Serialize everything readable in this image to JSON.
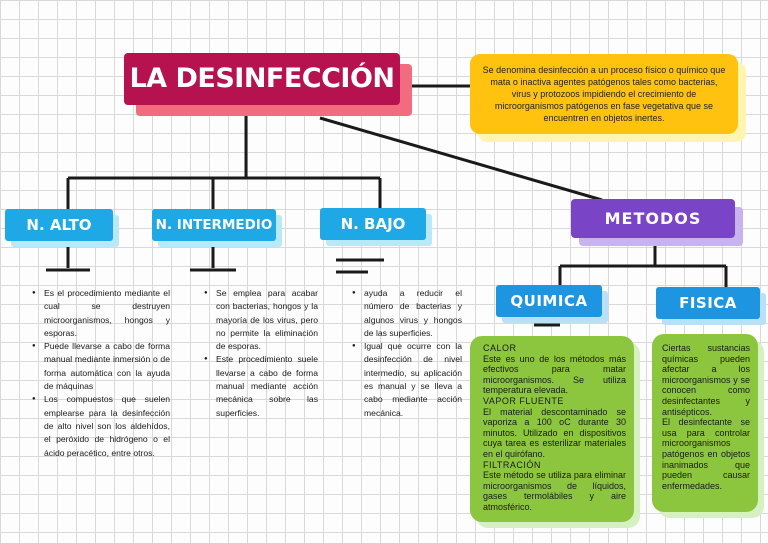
{
  "title": "LA DESINFECCIÓN",
  "definition": "Se denomina desinfección a un proceso físico o químico que mata o inactiva agentes patógenos tales como bacterias, virus y protozoos impidiendo el crecimiento de microorganismos patógenos en fase vegetativa que se encuentren en objetos inertes.",
  "levels": [
    {
      "label": "N. ALTO",
      "bullets": [
        "Es el procedimiento mediante el cual se destruyen microorganismos, hongos y esporas.",
        "Puede llevarse a cabo de forma manual mediante inmersión o de forma automática con la ayuda de máquinas",
        "Los compuestos que suelen emplearse para la desinfección de alto nivel son los aldehídos, el peróxido de hidrógeno o el ácido peracético, entre otros."
      ]
    },
    {
      "label": "N. INTERMEDIO",
      "bullets": [
        "Se emplea para acabar con bacterias, hongos y la mayoría de los virus, pero no permite la eliminación de esporas.",
        "Este procedimiento suele llevarse a cabo de forma manual mediante acción mecánica sobre las superficies."
      ]
    },
    {
      "label": "N. BAJO",
      "bullets": [
        "ayuda a reducir el número de bacterias y algunos virus y hongos de las superficies.",
        "Igual que ocurre con la desinfección de nivel intermedio, su aplicación es manual y se lleva a cabo mediante acción mecánica."
      ]
    }
  ],
  "methods": {
    "label": "METODOS",
    "quimica": {
      "label": "QUIMICA",
      "calor_heading": "CALOR",
      "calor_text": "Este es uno de los métodos más efectivos para matar microorganismos. Se utiliza temperatura elevada.",
      "vapor_heading": "VAPOR FLUENTE",
      "vapor_text": "El material descontaminado se vaporiza a 100 oC durante 30 minutos. Utilizado en dispositivos cuya tarea es esterilizar materiales en el quirófano.",
      "filtracion_heading": "FILTRACIÓN",
      "filtracion_text": "Este método se utiliza para eliminar microorganismos de líquidos, gases termolábiles y aire atmosférico."
    },
    "fisica": {
      "label": "FISICA",
      "text1": "Ciertas sustancias químicas pueden afectar a los microorganismos y se conocen como desinfectantes y antisépticos.",
      "text2": "El desinfectante se usa para controlar microorganismos patógenos en objetos inanimados que pueden causar enfermedades."
    }
  },
  "colors": {
    "title": "#b5124f",
    "definition": "#ffc20e",
    "levels": "#1ea8e6",
    "methods": "#7a44c6",
    "green": "#8cc63e"
  }
}
